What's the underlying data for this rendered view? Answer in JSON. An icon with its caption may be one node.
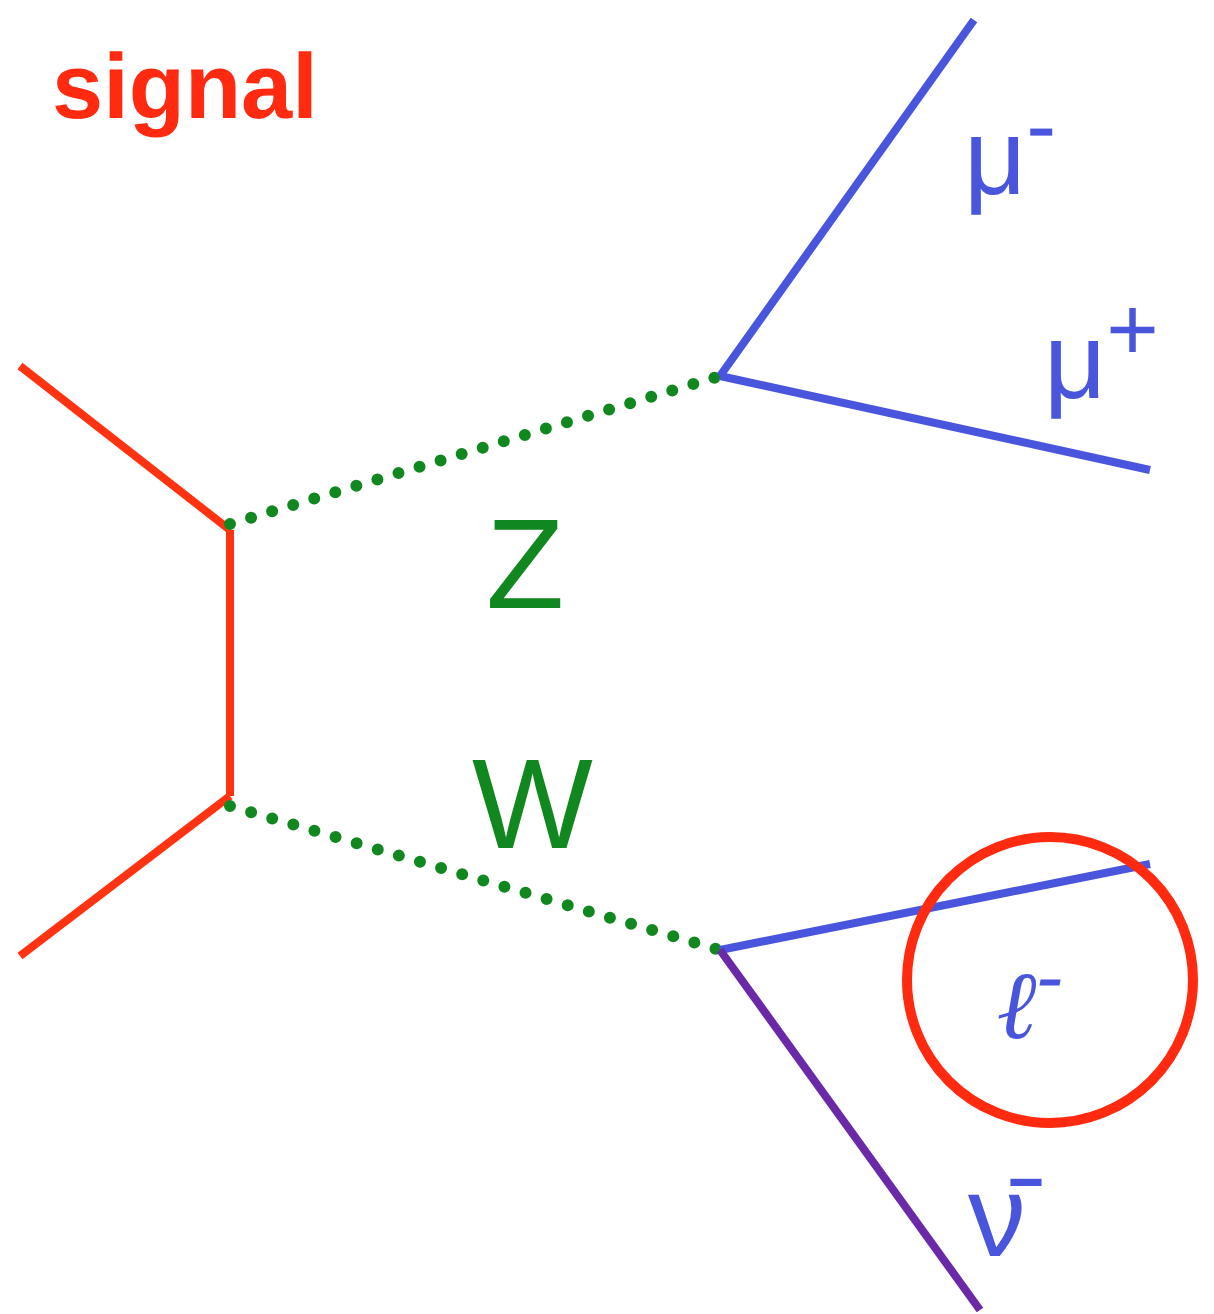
{
  "diagram": {
    "title": "signal",
    "nodes": [
      {
        "text": [
          "ℓ$^{-}$"
        ]
      }
    ],
    "labels": [
      "μ$^{-}$",
      "μ$^{+}$",
      "Z",
      "W",
      "ν̄"
    ]
  }
}
